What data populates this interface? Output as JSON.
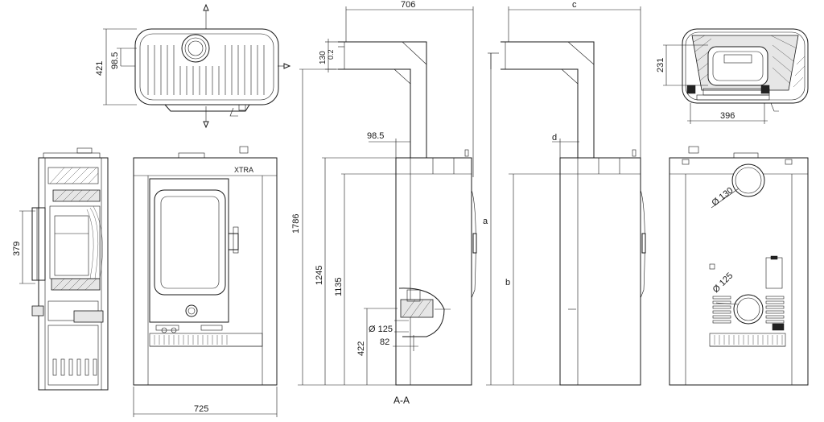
{
  "dimensions": {
    "total_width": "706",
    "chimney_c": "c",
    "depth_top": "421",
    "flue_offset_top": "98.5",
    "flue_offset_side": "98.5",
    "flue_height_top": "130",
    "flue_offset_note": "0.2",
    "total_height": "1786",
    "h_1245": "1245",
    "h_1135": "1135",
    "h_422": "422",
    "rear_offset_82": "82",
    "rear_flue_diam": "Ø 125",
    "side_dim_379": "379",
    "base_width_725": "725",
    "top_view_231": "231",
    "top_view_396": "396",
    "rear_flue_diam_130": "Ø 130",
    "rear_flue_diam_125": "Ø 125",
    "var_a": "a",
    "var_b": "b",
    "var_d": "d"
  },
  "labels": {
    "section": "A-A",
    "brand": "XTRA"
  }
}
